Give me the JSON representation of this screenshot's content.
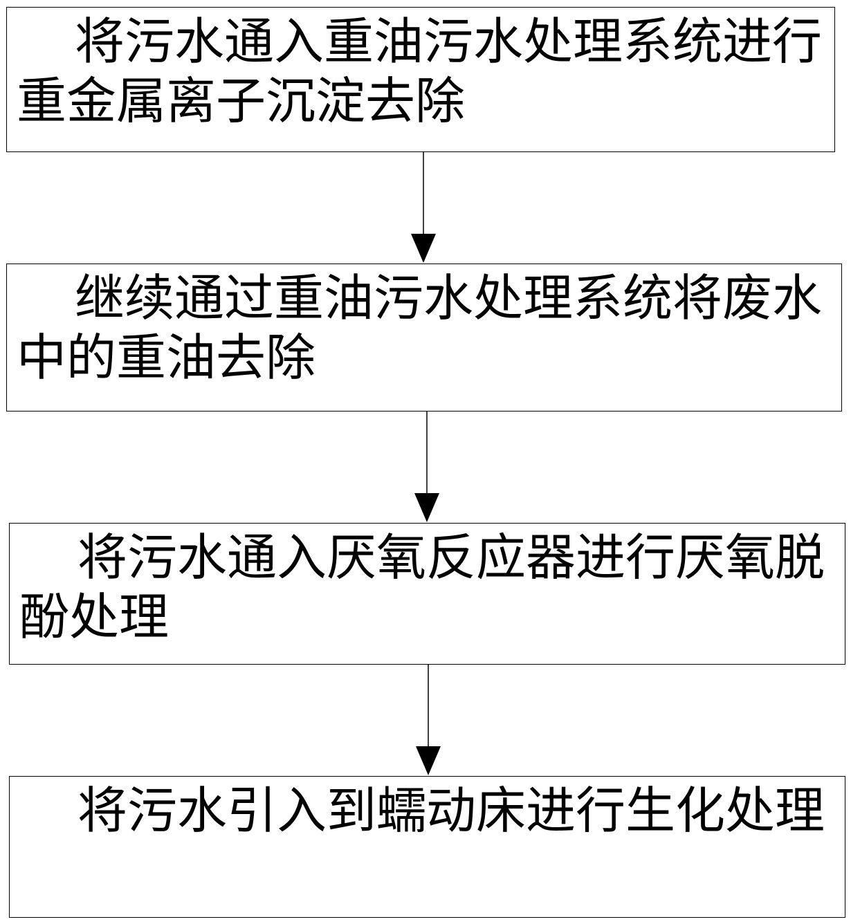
{
  "flowchart": {
    "steps": [
      {
        "text": "将污水通入重油污水处理系统进行重金属离子沉淀去除"
      },
      {
        "text": "继续通过重油污水处理系统将废水中的重油去除"
      },
      {
        "text": "将污水通入厌氧反应器进行厌氧脱酚处理"
      },
      {
        "text": "将污水引入到蠕动床进行生化处理"
      }
    ]
  },
  "colors": {
    "line": "#000000",
    "background": "#ffffff"
  }
}
